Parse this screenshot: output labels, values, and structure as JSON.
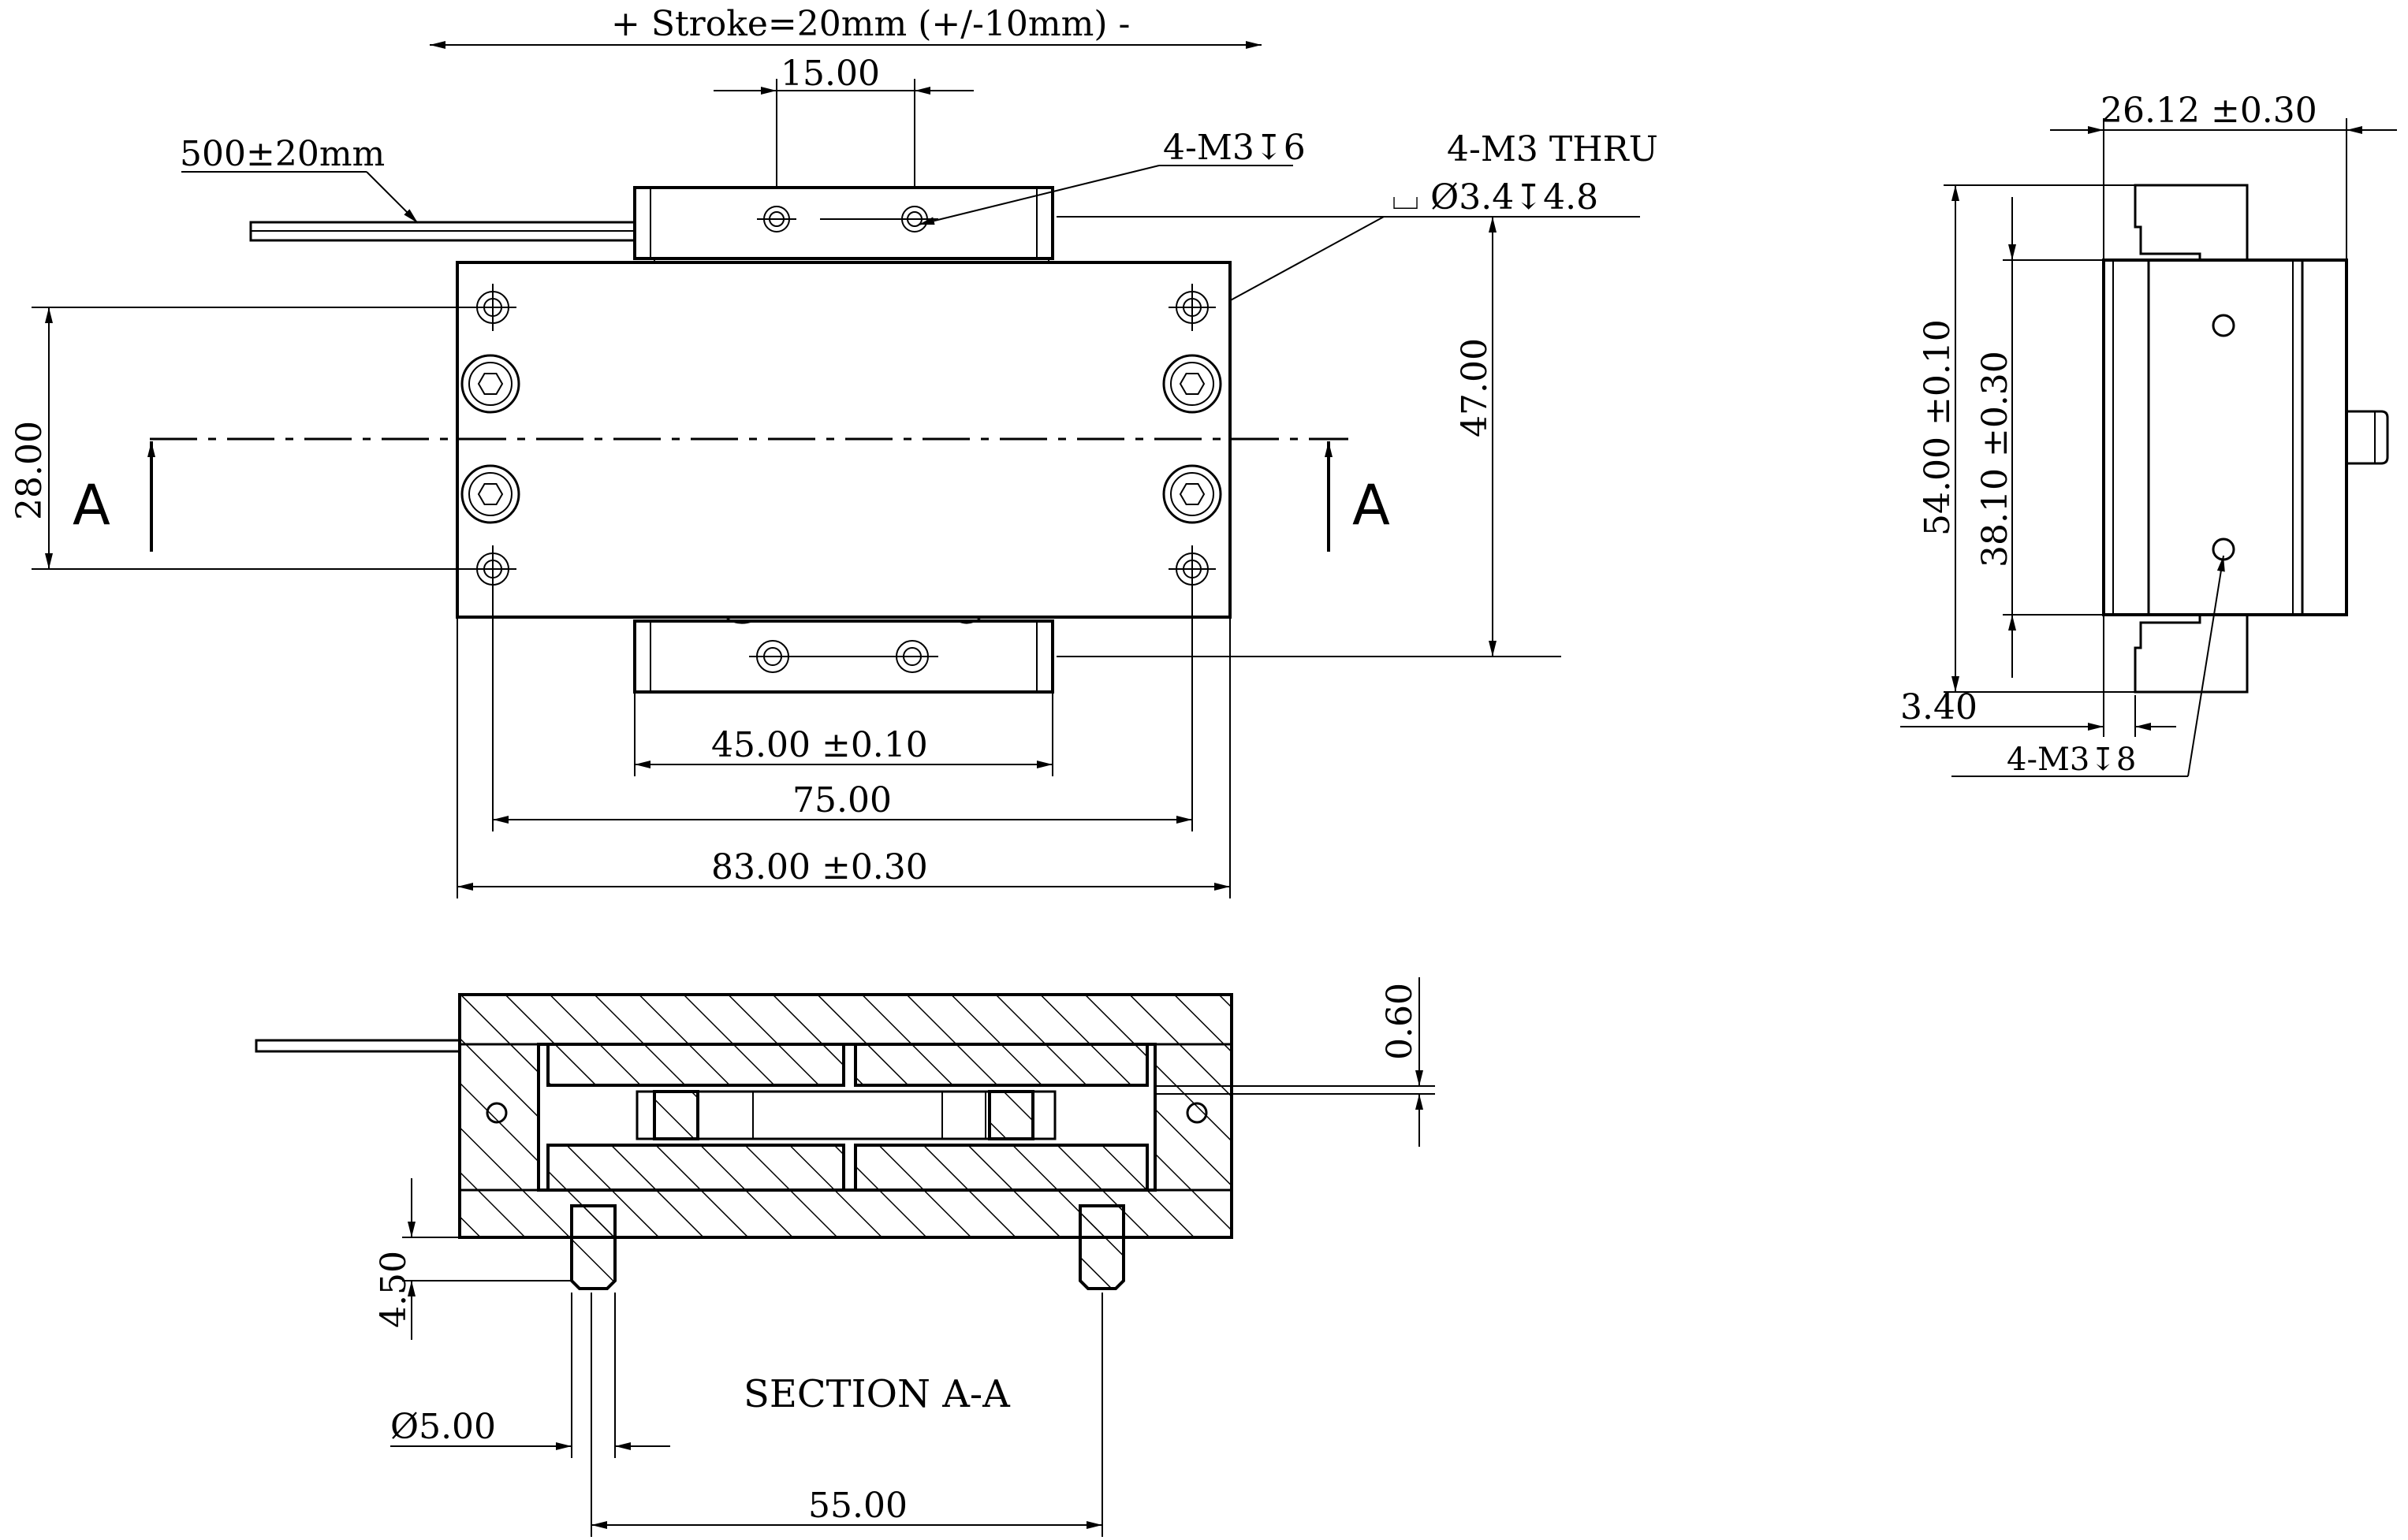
{
  "top_view": {
    "stroke_label": "+   Stroke=20mm (+/-10mm)     -",
    "dim_hole_pitch": "15.00",
    "cable_length": "500±20mm",
    "callout_top_holes": "4-M3↧6",
    "callout_corner_holes_1": "4-M3 THRU",
    "callout_corner_holes_2": "⌴ Ø3.4↧4.8",
    "dim_carriage_width": "45.00 ±0.10",
    "dim_hole_span": "75.00",
    "dim_overall_width": "83.00 ±0.30",
    "dim_hole_vertical": "28.00",
    "dim_overall_height": "47.00",
    "section_mark_left": "A",
    "section_mark_right": "A"
  },
  "side_view": {
    "dim_top_width": "26.12 ±0.30",
    "dim_height_outer": "54.00 ±0.10",
    "dim_height_inner": "38.10 ±0.30",
    "dim_offset": "3.40",
    "callout_side_holes": "4-M3↧8"
  },
  "section_view": {
    "title": "SECTION A-A",
    "dim_gap": "0.60",
    "dim_pin_height": "4.50",
    "dim_pin_diameter": "Ø5.00",
    "dim_pin_spacing": "55.00"
  }
}
